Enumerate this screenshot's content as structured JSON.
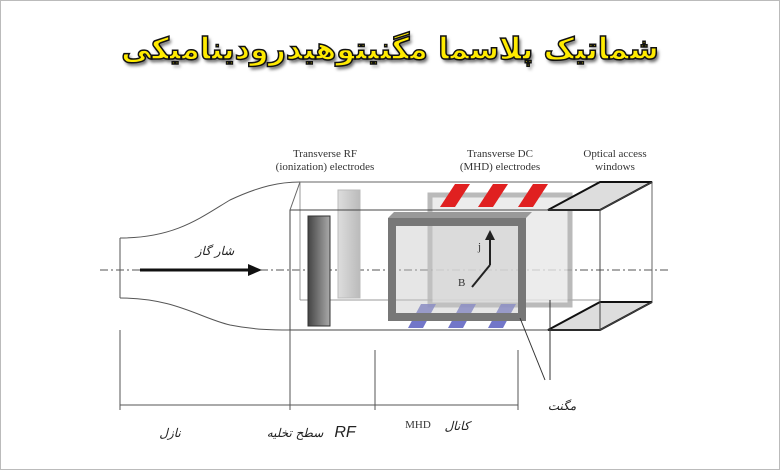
{
  "title": "شماتیک پلاسما مگنیتوهیدرودینامیکی",
  "labels": {
    "rf_electrodes_1": "Transverse RF",
    "rf_electrodes_2": "(ionization) electrodes",
    "dc_electrodes_1": "Transverse DC",
    "dc_electrodes_2": "(MHD) electrodes",
    "optical_1": "Optical access",
    "optical_2": "windows",
    "gas_flow": "شار گاز",
    "j_vector": "j",
    "b_vector": "B",
    "magnet": "مگنت",
    "nozzle": "نازل",
    "rf_section": "سطح تخلیه",
    "rf_prefix": "RF",
    "mhd_channel": "کانال",
    "mhd_prefix": "MHD"
  },
  "colors": {
    "title_fill": "#ffeb00",
    "dc_electrode": "#e02020",
    "dc_electrode_bottom": "#5a5fc0",
    "magnet": "#7a7a7a"
  }
}
